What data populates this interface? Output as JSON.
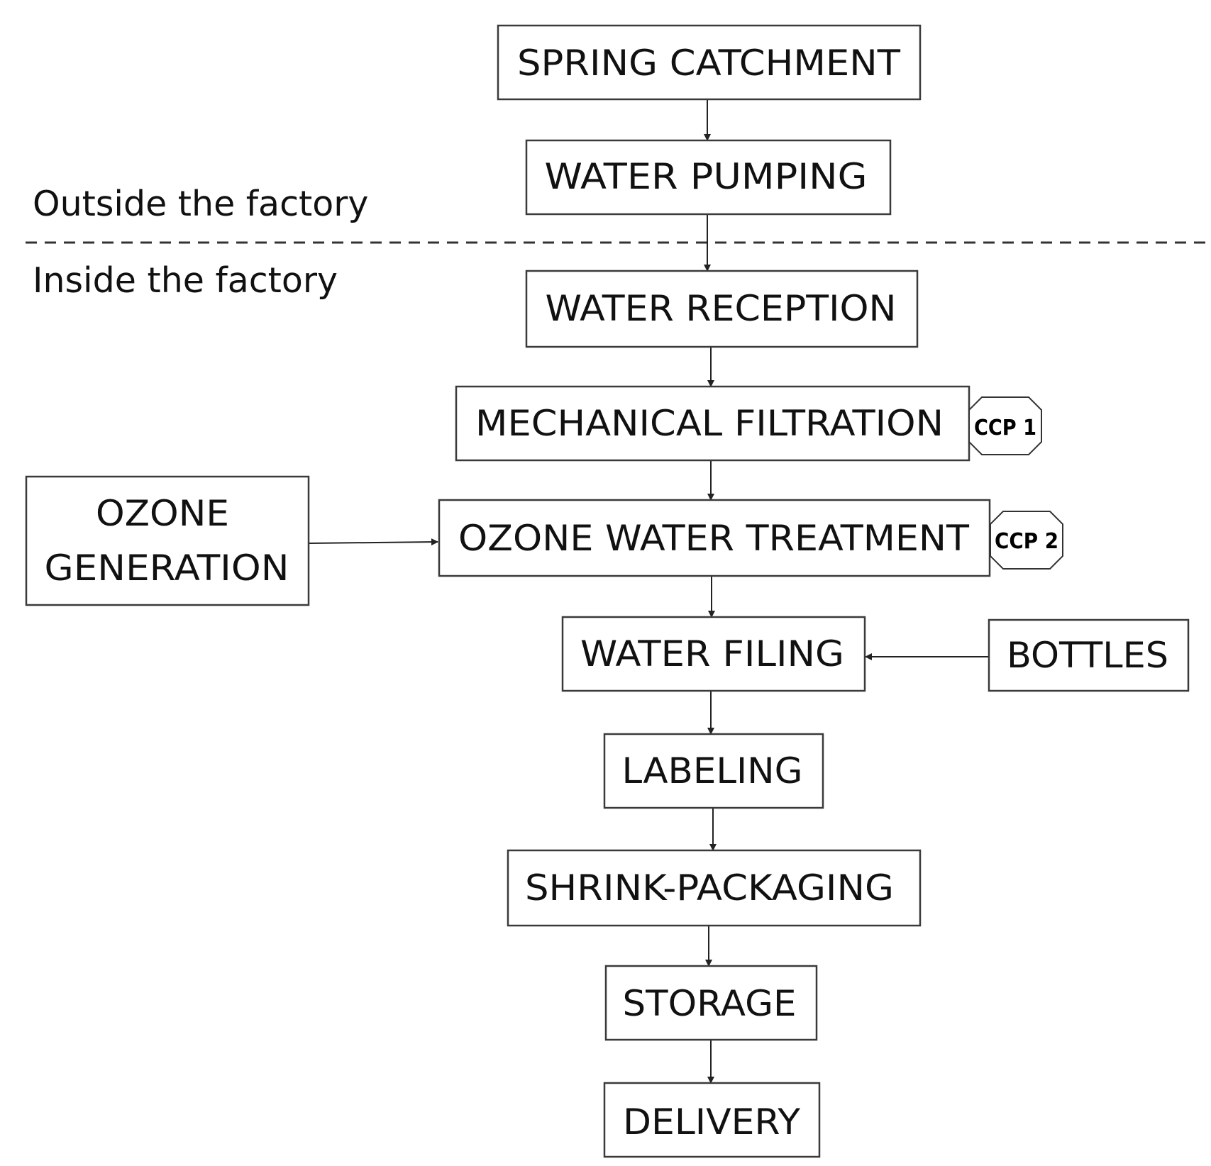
{
  "zones": {
    "outside": "Outside the factory",
    "inside": "Inside the factory"
  },
  "steps": [
    {
      "id": "spring-catchment",
      "label": "SPRING CATCHMENT"
    },
    {
      "id": "water-pumping",
      "label": "WATER PUMPING"
    },
    {
      "id": "water-reception",
      "label": "WATER RECEPTION"
    },
    {
      "id": "mechanical-filtration",
      "label": "MECHANICAL FILTRATION",
      "ccp": "CCP 1"
    },
    {
      "id": "ozone-water-treatment",
      "label": "OZONE WATER TREATMENT",
      "ccp": "CCP 2"
    },
    {
      "id": "water-filing",
      "label": "WATER FILING"
    },
    {
      "id": "labeling",
      "label": "LABELING"
    },
    {
      "id": "shrink-packaging",
      "label": "SHRINK-PACKAGING"
    },
    {
      "id": "storage",
      "label": "STORAGE"
    },
    {
      "id": "delivery",
      "label": "DELIVERY"
    }
  ],
  "inputs": [
    {
      "id": "ozone-generation",
      "label_lines": [
        "OZONE",
        "GENERATION"
      ],
      "feeds": "ozone-water-treatment"
    },
    {
      "id": "bottles",
      "label": "BOTTLES",
      "feeds": "water-filing"
    }
  ]
}
